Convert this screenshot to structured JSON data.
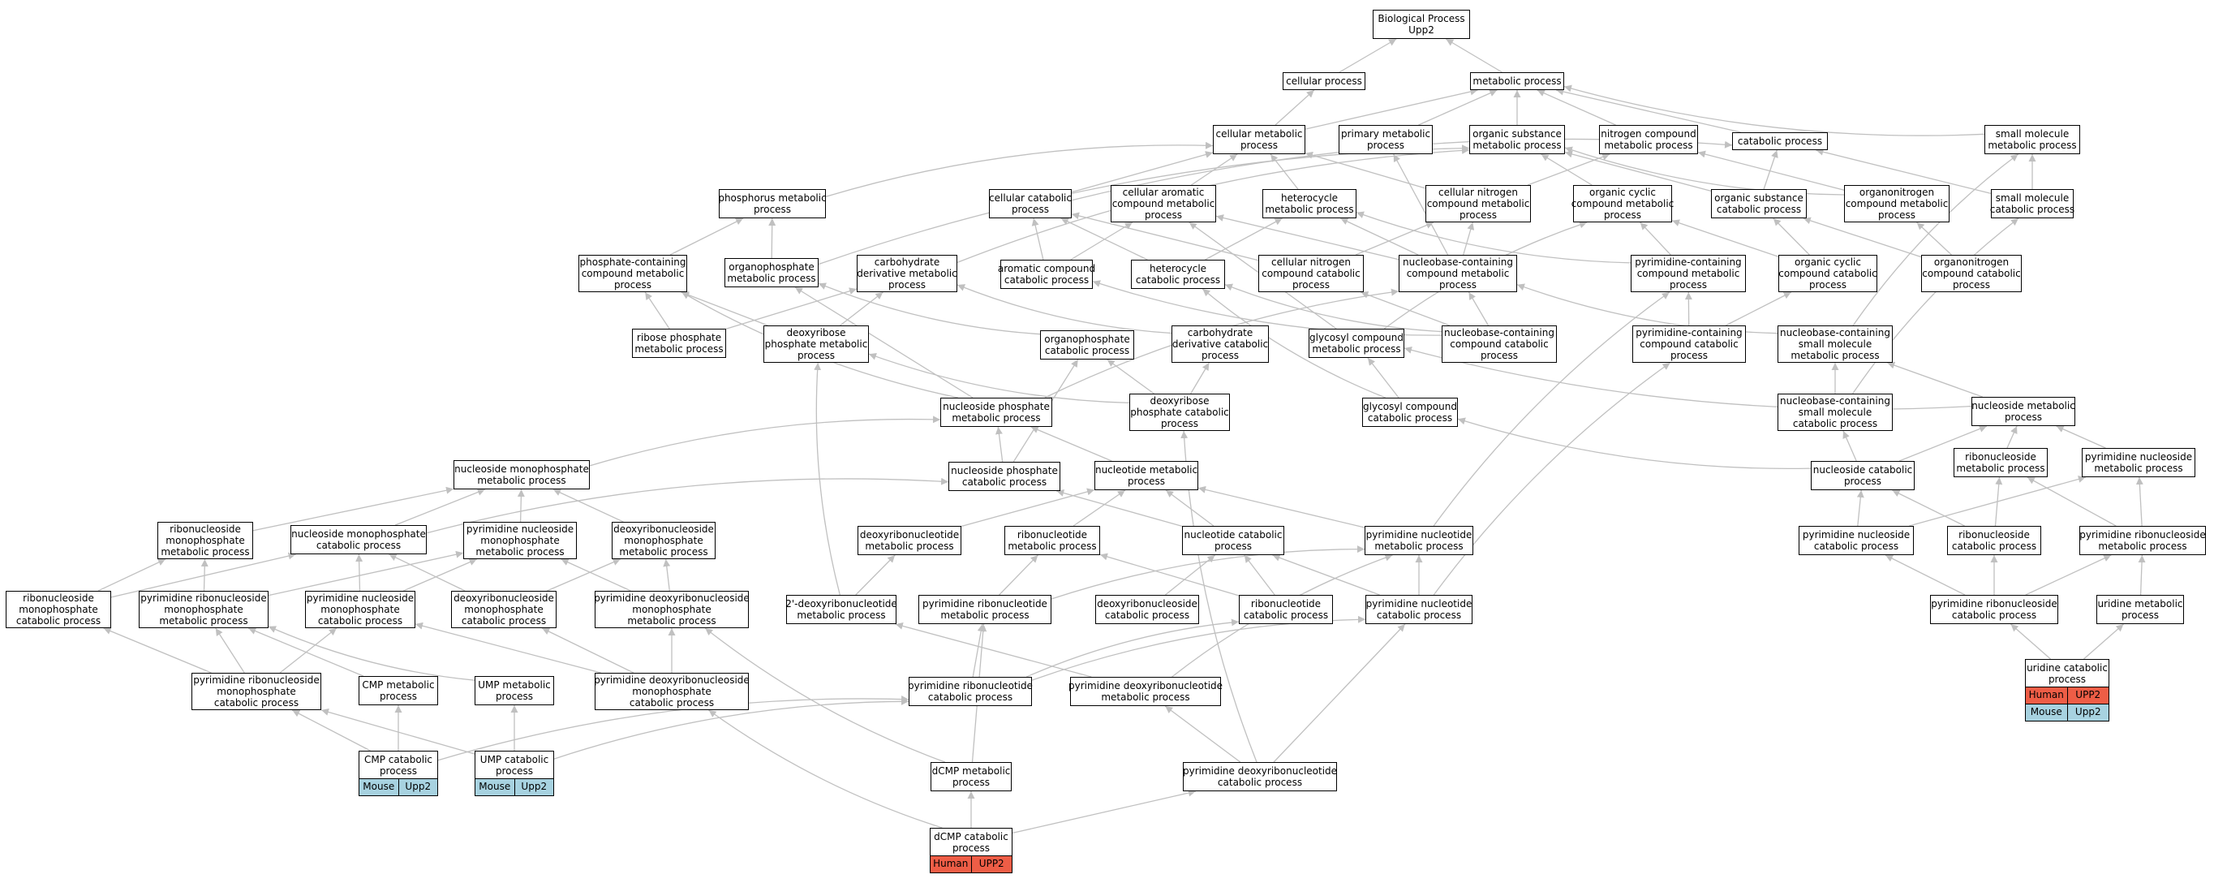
{
  "colors": {
    "edge": "#c0c0c0",
    "human": "#ee5d46",
    "mouse": "#a7d2e0"
  },
  "nodes": [
    {
      "id": "bp",
      "lines": [
        "Biological Process",
        "Upp2"
      ]
    },
    {
      "id": "cp",
      "lines": [
        "cellular process"
      ]
    },
    {
      "id": "mp",
      "lines": [
        "metabolic process"
      ]
    },
    {
      "id": "cmp",
      "lines": [
        "cellular metabolic",
        "process"
      ]
    },
    {
      "id": "pmp",
      "lines": [
        "primary metabolic",
        "process"
      ]
    },
    {
      "id": "osmp",
      "lines": [
        "organic substance",
        "metabolic process"
      ]
    },
    {
      "id": "ncmp",
      "lines": [
        "nitrogen compound",
        "metabolic process"
      ]
    },
    {
      "id": "catp",
      "lines": [
        "catabolic process"
      ]
    },
    {
      "id": "smmp",
      "lines": [
        "small molecule",
        "metabolic process"
      ]
    },
    {
      "id": "phmp",
      "lines": [
        "phosphorus metabolic",
        "process"
      ]
    },
    {
      "id": "ccp",
      "lines": [
        "cellular catabolic",
        "process"
      ]
    },
    {
      "id": "cacmp",
      "lines": [
        "cellular aromatic",
        "compound metabolic",
        "process"
      ]
    },
    {
      "id": "hmp",
      "lines": [
        "heterocycle",
        "metabolic process"
      ]
    },
    {
      "id": "cncmp",
      "lines": [
        "cellular nitrogen",
        "compound metabolic",
        "process"
      ]
    },
    {
      "id": "occmp",
      "lines": [
        "organic cyclic",
        "compound metabolic",
        "process"
      ]
    },
    {
      "id": "oscp",
      "lines": [
        "organic substance",
        "catabolic process"
      ]
    },
    {
      "id": "onmp",
      "lines": [
        "organonitrogen",
        "compound metabolic",
        "process"
      ]
    },
    {
      "id": "smcp",
      "lines": [
        "small molecule",
        "catabolic process"
      ]
    },
    {
      "id": "pccmp",
      "lines": [
        "phosphate-containing",
        "compound metabolic",
        "process"
      ]
    },
    {
      "id": "opmp",
      "lines": [
        "organophosphate",
        "metabolic process"
      ]
    },
    {
      "id": "cdmp",
      "lines": [
        "carbohydrate",
        "derivative metabolic",
        "process"
      ]
    },
    {
      "id": "accp",
      "lines": [
        "aromatic compound",
        "catabolic process"
      ]
    },
    {
      "id": "hcp",
      "lines": [
        "heterocycle",
        "catabolic process"
      ]
    },
    {
      "id": "cnccp",
      "lines": [
        "cellular nitrogen",
        "compound catabolic",
        "process"
      ]
    },
    {
      "id": "nbcmp",
      "lines": [
        "nucleobase-containing",
        "compound metabolic",
        "process"
      ]
    },
    {
      "id": "pycmp",
      "lines": [
        "pyrimidine-containing",
        "compound metabolic",
        "process"
      ]
    },
    {
      "id": "occp",
      "lines": [
        "organic cyclic",
        "compound catabolic",
        "process"
      ]
    },
    {
      "id": "onccp",
      "lines": [
        "organonitrogen",
        "compound catabolic",
        "process"
      ]
    },
    {
      "id": "rpmp",
      "lines": [
        "ribose phosphate",
        "metabolic process"
      ]
    },
    {
      "id": "drpmp",
      "lines": [
        "deoxyribose",
        "phosphate metabolic",
        "process"
      ]
    },
    {
      "id": "opcp",
      "lines": [
        "organophosphate",
        "catabolic process"
      ]
    },
    {
      "id": "cdcp",
      "lines": [
        "carbohydrate",
        "derivative catabolic",
        "process"
      ]
    },
    {
      "id": "gcmp",
      "lines": [
        "glycosyl compound",
        "metabolic process"
      ]
    },
    {
      "id": "nbccp",
      "lines": [
        "nucleobase-containing",
        "compound catabolic",
        "process"
      ]
    },
    {
      "id": "pyccp",
      "lines": [
        "pyrimidine-containing",
        "compound catabolic",
        "process"
      ]
    },
    {
      "id": "nbsmmp",
      "lines": [
        "nucleobase-containing",
        "small molecule",
        "metabolic process"
      ]
    },
    {
      "id": "npmp",
      "lines": [
        "nucleoside phosphate",
        "metabolic process"
      ]
    },
    {
      "id": "drpcp",
      "lines": [
        "deoxyribose",
        "phosphate catabolic",
        "process"
      ]
    },
    {
      "id": "gccp",
      "lines": [
        "glycosyl compound",
        "catabolic process"
      ]
    },
    {
      "id": "nbsmcp",
      "lines": [
        "nucleobase-containing",
        "small molecule",
        "catabolic process"
      ]
    },
    {
      "id": "nsmp",
      "lines": [
        "nucleoside metabolic",
        "process"
      ]
    },
    {
      "id": "nmpmp",
      "lines": [
        "nucleoside monophosphate",
        "metabolic process"
      ]
    },
    {
      "id": "npcp",
      "lines": [
        "nucleoside phosphate",
        "catabolic process"
      ]
    },
    {
      "id": "ntmp",
      "lines": [
        "nucleotide metabolic",
        "process"
      ]
    },
    {
      "id": "nscp",
      "lines": [
        "nucleoside catabolic",
        "process"
      ]
    },
    {
      "id": "rnsmp",
      "lines": [
        "ribonucleoside",
        "metabolic process"
      ]
    },
    {
      "id": "pnsmp",
      "lines": [
        "pyrimidine nucleoside",
        "metabolic process"
      ]
    },
    {
      "id": "rnmpmp",
      "lines": [
        "ribonucleoside",
        "monophosphate",
        "metabolic process"
      ]
    },
    {
      "id": "nmpcp",
      "lines": [
        "nucleoside monophosphate",
        "catabolic process"
      ]
    },
    {
      "id": "pnmpmp",
      "lines": [
        "pyrimidine nucleoside",
        "monophosphate",
        "metabolic process"
      ]
    },
    {
      "id": "drnmpmp",
      "lines": [
        "deoxyribonucleoside",
        "monophosphate",
        "metabolic process"
      ]
    },
    {
      "id": "drntmp",
      "lines": [
        "deoxyribonucleotide",
        "metabolic process"
      ]
    },
    {
      "id": "rntmp",
      "lines": [
        "ribonucleotide",
        "metabolic process"
      ]
    },
    {
      "id": "ntcp",
      "lines": [
        "nucleotide catabolic",
        "process"
      ]
    },
    {
      "id": "pntmp",
      "lines": [
        "pyrimidine nucleotide",
        "metabolic process"
      ]
    },
    {
      "id": "pnscp",
      "lines": [
        "pyrimidine nucleoside",
        "catabolic process"
      ]
    },
    {
      "id": "rnscp",
      "lines": [
        "ribonucleoside",
        "catabolic process"
      ]
    },
    {
      "id": "prnsmp",
      "lines": [
        "pyrimidine ribonucleoside",
        "metabolic process"
      ]
    },
    {
      "id": "rnmpcp",
      "lines": [
        "ribonucleoside",
        "monophosphate",
        "catabolic process"
      ]
    },
    {
      "id": "prnmpmp",
      "lines": [
        "pyrimidine ribonucleoside",
        "monophosphate",
        "metabolic process"
      ]
    },
    {
      "id": "pnmpcp",
      "lines": [
        "pyrimidine nucleoside",
        "monophosphate",
        "catabolic process"
      ]
    },
    {
      "id": "drnmpcp",
      "lines": [
        "deoxyribonucleoside",
        "monophosphate",
        "catabolic process"
      ]
    },
    {
      "id": "pdrnmpmp",
      "lines": [
        "pyrimidine deoxyribonucleoside",
        "monophosphate",
        "metabolic process"
      ]
    },
    {
      "id": "d2rntmp",
      "lines": [
        "2'-deoxyribonucleotide",
        "metabolic process"
      ]
    },
    {
      "id": "prntmp",
      "lines": [
        "pyrimidine ribonucleotide",
        "metabolic process"
      ]
    },
    {
      "id": "drnscp",
      "lines": [
        "deoxyribonucleoside",
        "catabolic process"
      ]
    },
    {
      "id": "rntcp",
      "lines": [
        "ribonucleotide",
        "catabolic process"
      ]
    },
    {
      "id": "pntcp",
      "lines": [
        "pyrimidine nucleotide",
        "catabolic process"
      ]
    },
    {
      "id": "prnscp",
      "lines": [
        "pyrimidine ribonucleoside",
        "catabolic process"
      ]
    },
    {
      "id": "urmp",
      "lines": [
        "uridine metabolic",
        "process"
      ]
    },
    {
      "id": "prnmpcp",
      "lines": [
        "pyrimidine ribonucleoside",
        "monophosphate",
        "catabolic process"
      ]
    },
    {
      "id": "cmpmp",
      "lines": [
        "CMP metabolic",
        "process"
      ]
    },
    {
      "id": "umpmp",
      "lines": [
        "UMP metabolic",
        "process"
      ]
    },
    {
      "id": "pdrnmpcp",
      "lines": [
        "pyrimidine deoxyribonucleoside",
        "monophosphate",
        "catabolic process"
      ]
    },
    {
      "id": "prntcp",
      "lines": [
        "pyrimidine ribonucleotide",
        "catabolic process"
      ]
    },
    {
      "id": "pdrntmp",
      "lines": [
        "pyrimidine deoxyribonucleotide",
        "metabolic process"
      ]
    },
    {
      "id": "urcp",
      "lines": [
        "uridine catabolic",
        "process"
      ]
    },
    {
      "id": "cmpcp",
      "lines": [
        "CMP catabolic",
        "process"
      ]
    },
    {
      "id": "umpcp",
      "lines": [
        "UMP catabolic",
        "process"
      ]
    },
    {
      "id": "dcmpmp",
      "lines": [
        "dCMP metabolic",
        "process"
      ]
    },
    {
      "id": "pdrntcp",
      "lines": [
        "pyrimidine deoxyribonucleotide",
        "catabolic process"
      ]
    },
    {
      "id": "dcmpcp",
      "lines": [
        "dCMP catabolic",
        "process"
      ]
    }
  ],
  "tags": [
    {
      "node": "urcp",
      "kind": "human",
      "species": "Human",
      "gene": "UPP2"
    },
    {
      "node": "urcp",
      "kind": "mouse",
      "species": "Mouse",
      "gene": "Upp2"
    },
    {
      "node": "cmpcp",
      "kind": "mouse",
      "species": "Mouse",
      "gene": "Upp2"
    },
    {
      "node": "umpcp",
      "kind": "mouse",
      "species": "Mouse",
      "gene": "Upp2"
    },
    {
      "node": "dcmpcp",
      "kind": "human",
      "species": "Human",
      "gene": "UPP2"
    }
  ],
  "edges": [
    [
      "cp",
      "bp"
    ],
    [
      "mp",
      "bp"
    ],
    [
      "cmp",
      "cp"
    ],
    [
      "cmp",
      "mp"
    ],
    [
      "pmp",
      "mp"
    ],
    [
      "osmp",
      "mp"
    ],
    [
      "ncmp",
      "mp"
    ],
    [
      "catp",
      "mp"
    ],
    [
      "smmp",
      "mp"
    ],
    [
      "phmp",
      "cmp"
    ],
    [
      "ccp",
      "cmp"
    ],
    [
      "ccp",
      "catp"
    ],
    [
      "cacmp",
      "cmp"
    ],
    [
      "hmp",
      "cmp"
    ],
    [
      "cncmp",
      "cmp"
    ],
    [
      "cncmp",
      "ncmp"
    ],
    [
      "occmp",
      "osmp"
    ],
    [
      "oscp",
      "osmp"
    ],
    [
      "oscp",
      "catp"
    ],
    [
      "onmp",
      "osmp"
    ],
    [
      "onmp",
      "ncmp"
    ],
    [
      "smcp",
      "smmp"
    ],
    [
      "smcp",
      "catp"
    ],
    [
      "pccmp",
      "phmp"
    ],
    [
      "opmp",
      "phmp"
    ],
    [
      "opmp",
      "osmp"
    ],
    [
      "cdmp",
      "osmp"
    ],
    [
      "accp",
      "cacmp"
    ],
    [
      "accp",
      "ccp"
    ],
    [
      "hcp",
      "hmp"
    ],
    [
      "hcp",
      "ccp"
    ],
    [
      "cnccp",
      "cncmp"
    ],
    [
      "cnccp",
      "ccp"
    ],
    [
      "nbcmp",
      "cacmp"
    ],
    [
      "nbcmp",
      "cncmp"
    ],
    [
      "nbcmp",
      "hmp"
    ],
    [
      "nbcmp",
      "pmp"
    ],
    [
      "pycmp",
      "hmp"
    ],
    [
      "pycmp",
      "occmp"
    ],
    [
      "occp",
      "occmp"
    ],
    [
      "occp",
      "oscp"
    ],
    [
      "onccp",
      "onmp"
    ],
    [
      "onccp",
      "oscp"
    ],
    [
      "rpmp",
      "pccmp"
    ],
    [
      "rpmp",
      "cdmp"
    ],
    [
      "drpmp",
      "pccmp"
    ],
    [
      "drpmp",
      "cdmp"
    ],
    [
      "opcp",
      "opmp"
    ],
    [
      "cdcp",
      "cdmp"
    ],
    [
      "gcmp",
      "cacmp"
    ],
    [
      "gcmp",
      "occmp"
    ],
    [
      "nbccp",
      "nbcmp"
    ],
    [
      "nbccp",
      "cnccp"
    ],
    [
      "nbccp",
      "hcp"
    ],
    [
      "nbccp",
      "accp"
    ],
    [
      "pyccp",
      "pycmp"
    ],
    [
      "pyccp",
      "occp"
    ],
    [
      "nbsmmp",
      "nbcmp"
    ],
    [
      "nbsmmp",
      "smmp"
    ],
    [
      "npmp",
      "pccmp"
    ],
    [
      "npmp",
      "opmp"
    ],
    [
      "npmp",
      "nbcmp"
    ],
    [
      "drpcp",
      "drpmp"
    ],
    [
      "drpcp",
      "opcp"
    ],
    [
      "drpcp",
      "cdcp"
    ],
    [
      "gccp",
      "gcmp"
    ],
    [
      "gccp",
      "hcp"
    ],
    [
      "nbsmcp",
      "nbsmmp"
    ],
    [
      "nbsmcp",
      "smcp"
    ],
    [
      "nsmp",
      "gcmp"
    ],
    [
      "nsmp",
      "nbsmmp"
    ],
    [
      "nmpmp",
      "npmp"
    ],
    [
      "npcp",
      "npmp"
    ],
    [
      "npcp",
      "opcp"
    ],
    [
      "ntmp",
      "npmp"
    ],
    [
      "nscp",
      "nsmp"
    ],
    [
      "nscp",
      "gccp"
    ],
    [
      "nscp",
      "nbsmcp"
    ],
    [
      "rnsmp",
      "nsmp"
    ],
    [
      "pnsmp",
      "nsmp"
    ],
    [
      "rnmpmp",
      "nmpmp"
    ],
    [
      "nmpcp",
      "nmpmp"
    ],
    [
      "nmpcp",
      "npcp"
    ],
    [
      "pnmpmp",
      "nmpmp"
    ],
    [
      "drnmpmp",
      "nmpmp"
    ],
    [
      "drntmp",
      "ntmp"
    ],
    [
      "rntmp",
      "ntmp"
    ],
    [
      "ntcp",
      "ntmp"
    ],
    [
      "ntcp",
      "npcp"
    ],
    [
      "pntmp",
      "ntmp"
    ],
    [
      "pntmp",
      "pycmp"
    ],
    [
      "pnscp",
      "pnsmp"
    ],
    [
      "pnscp",
      "nscp"
    ],
    [
      "rnscp",
      "rnsmp"
    ],
    [
      "rnscp",
      "nscp"
    ],
    [
      "prnsmp",
      "pnsmp"
    ],
    [
      "prnsmp",
      "rnsmp"
    ],
    [
      "rnmpcp",
      "rnmpmp"
    ],
    [
      "rnmpcp",
      "nmpcp"
    ],
    [
      "prnmpmp",
      "rnmpmp"
    ],
    [
      "prnmpmp",
      "pnmpmp"
    ],
    [
      "pnmpcp",
      "pnmpmp"
    ],
    [
      "pnmpcp",
      "nmpcp"
    ],
    [
      "drnmpcp",
      "drnmpmp"
    ],
    [
      "drnmpcp",
      "nmpcp"
    ],
    [
      "pdrnmpmp",
      "pnmpmp"
    ],
    [
      "pdrnmpmp",
      "drnmpmp"
    ],
    [
      "d2rntmp",
      "drntmp"
    ],
    [
      "d2rntmp",
      "drpmp"
    ],
    [
      "prntmp",
      "rntmp"
    ],
    [
      "prntmp",
      "pntmp"
    ],
    [
      "drnscp",
      "ntcp"
    ],
    [
      "rntcp",
      "rntmp"
    ],
    [
      "rntcp",
      "ntcp"
    ],
    [
      "pntcp",
      "pntmp"
    ],
    [
      "pntcp",
      "ntcp"
    ],
    [
      "pntcp",
      "pyccp"
    ],
    [
      "prnscp",
      "pnscp"
    ],
    [
      "prnscp",
      "rnscp"
    ],
    [
      "prnscp",
      "prnsmp"
    ],
    [
      "urmp",
      "prnsmp"
    ],
    [
      "prnmpcp",
      "rnmpcp"
    ],
    [
      "prnmpcp",
      "prnmpmp"
    ],
    [
      "prnmpcp",
      "pnmpcp"
    ],
    [
      "cmpmp",
      "prnmpmp"
    ],
    [
      "umpmp",
      "prnmpmp"
    ],
    [
      "pdrnmpcp",
      "pdrnmpmp"
    ],
    [
      "pdrnmpcp",
      "drnmpcp"
    ],
    [
      "pdrnmpcp",
      "pnmpcp"
    ],
    [
      "prntcp",
      "prntmp"
    ],
    [
      "prntcp",
      "pntcp"
    ],
    [
      "prntcp",
      "rntcp"
    ],
    [
      "pdrntmp",
      "d2rntmp"
    ],
    [
      "pdrntmp",
      "pntmp"
    ],
    [
      "urcp",
      "urmp"
    ],
    [
      "urcp",
      "prnscp"
    ],
    [
      "cmpcp",
      "cmpmp"
    ],
    [
      "cmpcp",
      "prnmpcp"
    ],
    [
      "cmpcp",
      "prntcp"
    ],
    [
      "umpcp",
      "umpmp"
    ],
    [
      "umpcp",
      "prnmpcp"
    ],
    [
      "umpcp",
      "prntcp"
    ],
    [
      "dcmpmp",
      "pdrnmpmp"
    ],
    [
      "dcmpmp",
      "prntmp"
    ],
    [
      "pdrntcp",
      "pdrntmp"
    ],
    [
      "pdrntcp",
      "pntcp"
    ],
    [
      "pdrntcp",
      "drpcp"
    ],
    [
      "dcmpcp",
      "dcmpmp"
    ],
    [
      "dcmpcp",
      "pdrntcp"
    ],
    [
      "dcmpcp",
      "pdrnmpcp"
    ]
  ]
}
